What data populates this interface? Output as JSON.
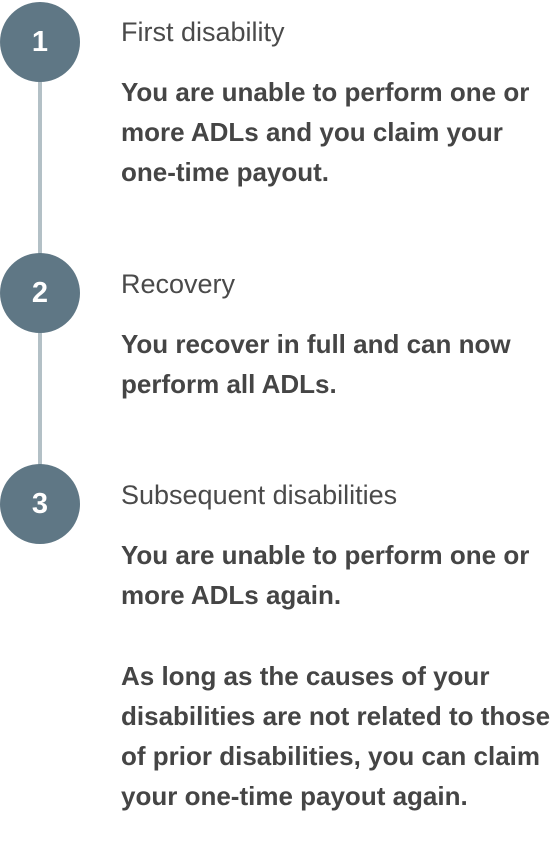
{
  "steps": [
    {
      "number": "1",
      "title": "First disability",
      "description": "You are unable to perform one or more ADLs and you claim your one-time payout."
    },
    {
      "number": "2",
      "title": "Recovery",
      "description": "You recover in full and can now perform all ADLs."
    },
    {
      "number": "3",
      "title": "Subsequent disabilities",
      "description": "You are unable to perform one or more ADLs again.",
      "note": "As long as the causes of your disabilities are not related to those of prior disabilities, you can claim your one-time payout again."
    }
  ],
  "colors": {
    "circle": "#5f7785",
    "connector": "#b3c0c6",
    "text": "#454545"
  }
}
